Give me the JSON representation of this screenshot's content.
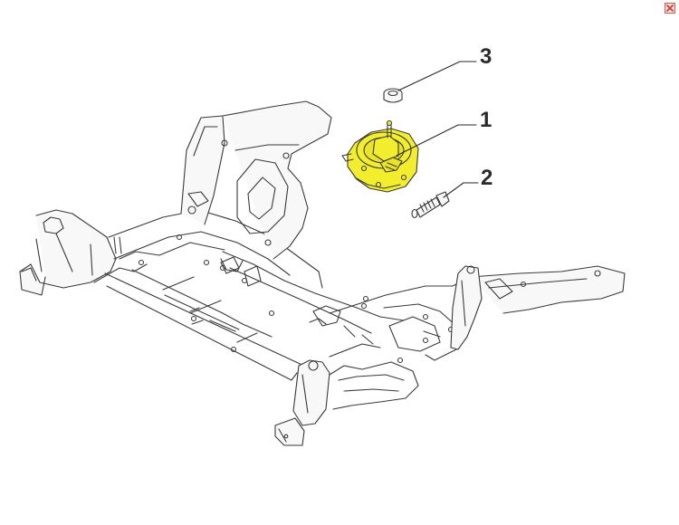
{
  "window": {
    "close_icon": "close-icon"
  },
  "diagram": {
    "callouts": [
      {
        "number": "3"
      },
      {
        "number": "1"
      },
      {
        "number": "2"
      }
    ],
    "colors": {
      "line": "#3a3a3a",
      "part_fill": "#f5f5f5",
      "highlight": "#f2ee2e",
      "close": "#e0584c"
    }
  }
}
